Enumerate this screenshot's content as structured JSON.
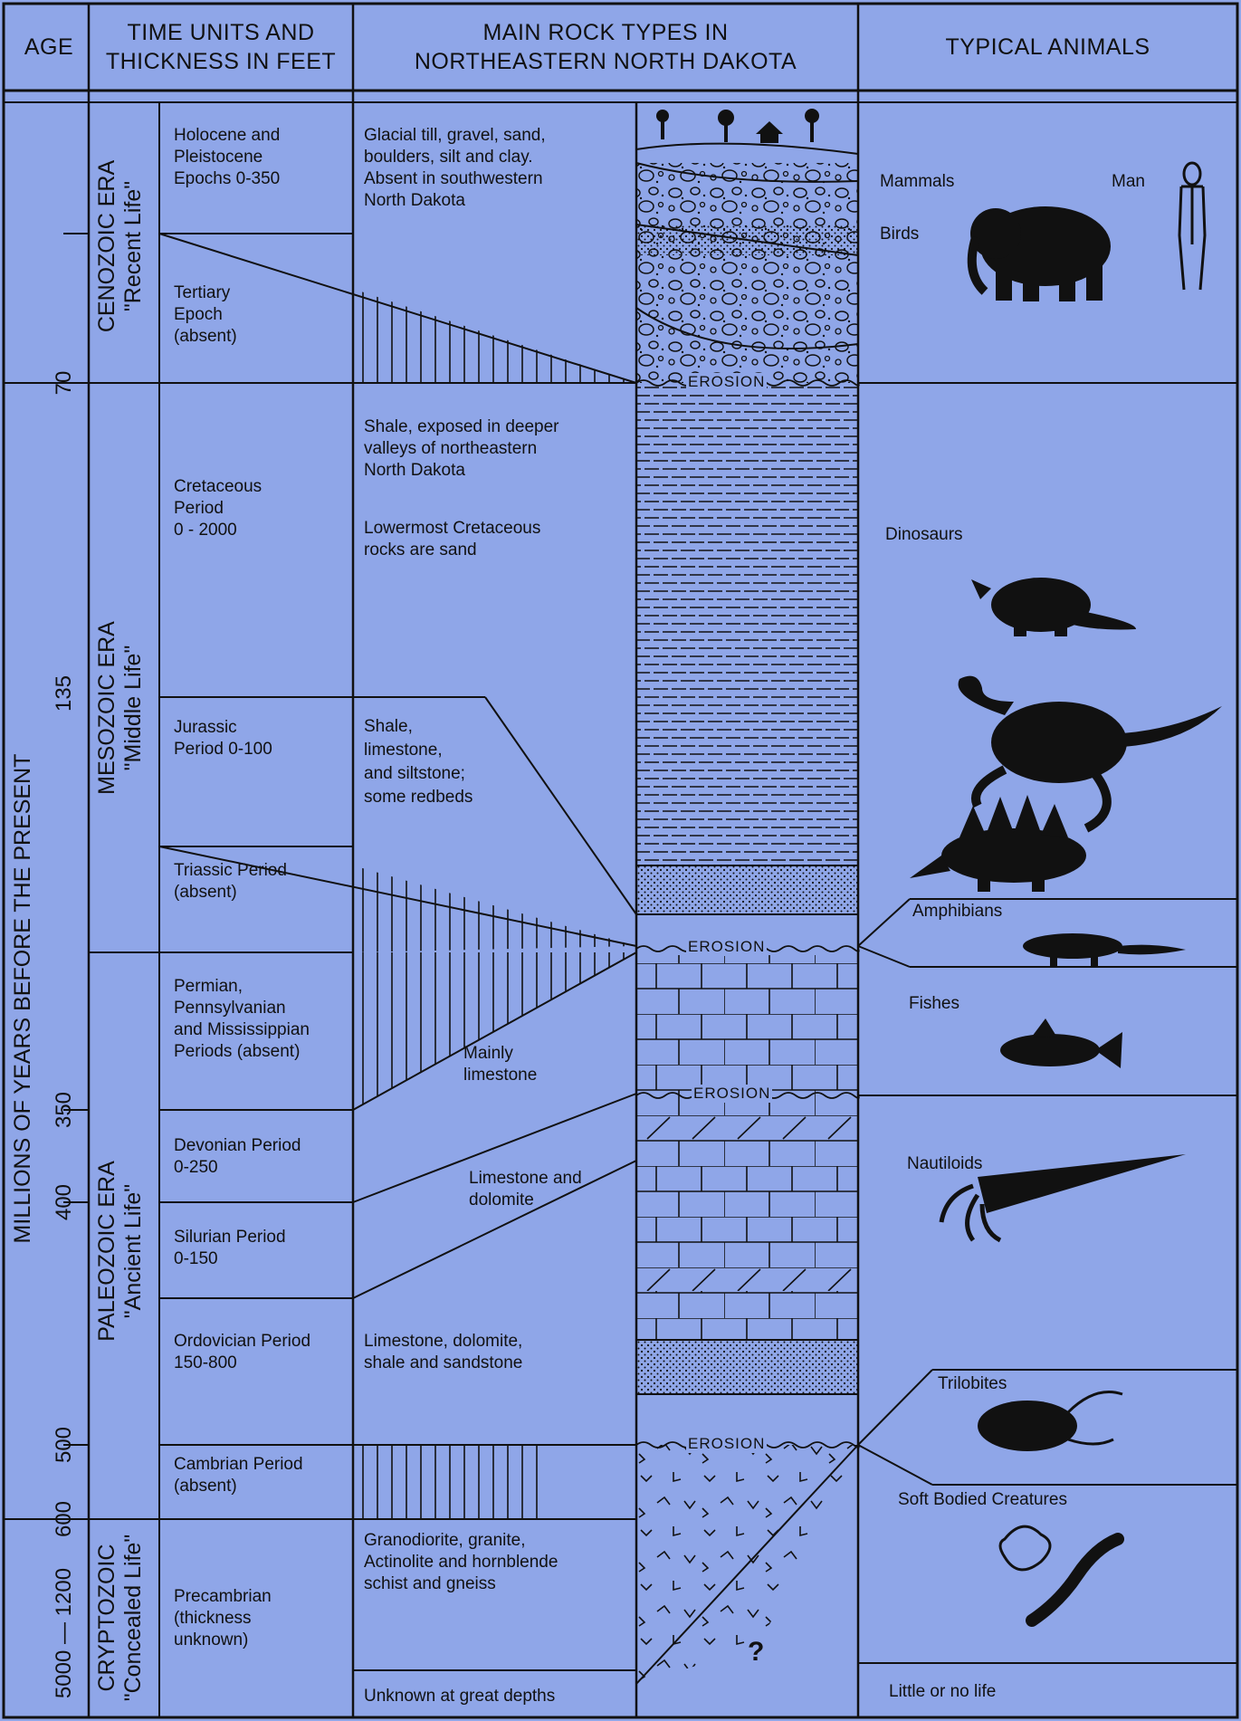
{
  "header": {
    "age": "AGE",
    "time_units": "TIME UNITS AND\nTHICKNESS IN FEET",
    "rock_types": "MAIN ROCK TYPES IN\nNORTHEASTERN NORTH DAKOTA",
    "animals": "TYPICAL ANIMALS"
  },
  "age_axis": {
    "title": "MILLIONS OF YEARS BEFORE THE PRESENT",
    "ticks": [
      "70",
      "135",
      "350",
      "400",
      "500",
      "600",
      "5000 — 1200"
    ]
  },
  "eras": [
    {
      "name": "CENOZOIC ERA",
      "meaning": "\"Recent Life\""
    },
    {
      "name": "MESOZOIC ERA",
      "meaning": "\"Middle Life\""
    },
    {
      "name": "PALEOZOIC ERA",
      "meaning": "\"Ancient Life\""
    },
    {
      "name": "CRYPTOZOIC",
      "meaning": "\"Concealed Life\""
    }
  ],
  "time_units": [
    "Holocene and\nPleistocene\nEpochs 0-350",
    "Tertiary\nEpoch\n(absent)",
    "Cretaceous\nPeriod\n0 - 2000",
    "Jurassic\nPeriod  0-100",
    "Triassic Period\n    (absent)",
    "Permian,\nPennsylvanian\nand Mississippian\nPeriods (absent)",
    "Devonian Period\n0-250",
    "Silurian Period\n0-150",
    "Ordovician Period\n150-800",
    "Cambrian Period\n(absent)",
    "Precambrian\n(thickness\n unknown)"
  ],
  "rock_descriptions": [
    "Glacial till, gravel, sand,\nboulders, silt and clay.\nAbsent in southwestern\nNorth Dakota",
    "Shale, exposed in deeper\nvalleys of northeastern\nNorth Dakota",
    "Lowermost Cretaceous\nrocks are sand",
    "Shale,\nlimestone,\nand siltstone;\nsome redbeds",
    "Mainly\nlimestone",
    "Limestone and\ndolomite",
    "Limestone, dolomite,\nshale and sandstone",
    "Granodiorite, granite,\nActinolite and hornblende\nschist and gneiss",
    "Unknown at great depths"
  ],
  "column_labels": {
    "erosion": "EROSION",
    "question": "?"
  },
  "animals": [
    "Mammals",
    "Man",
    "Birds",
    "Dinosaurs",
    "Amphibians",
    "Fishes",
    "Nautiloids",
    "Trilobites",
    "Soft Bodied Creatures",
    "Little or no life"
  ],
  "colors": {
    "background": "#8fa6e8",
    "ink": "#111111"
  }
}
